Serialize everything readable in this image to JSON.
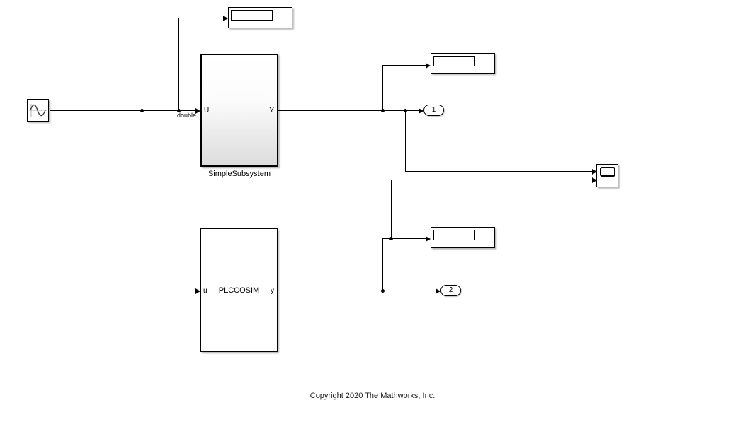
{
  "diagram": {
    "background_color": "#ffffff",
    "wire_color": "#000000",
    "copyright": "Copyright 2020 The Mathworks, Inc.",
    "signal_label": "double",
    "blocks": {
      "sine_wave": {
        "type": "sine-wave-source"
      },
      "simple_subsystem": {
        "label": "SimpleSubsystem",
        "input_port": "U",
        "output_port": "Y"
      },
      "plccosim": {
        "label": "PLCCOSIM",
        "input_port": "u",
        "output_port": "y"
      },
      "display_top": {
        "value": ""
      },
      "display_upper_right": {
        "value": ""
      },
      "display_lower_right": {
        "value": ""
      },
      "scope": {
        "type": "scope"
      },
      "outport_1": {
        "label": "1"
      },
      "outport_2": {
        "label": "2"
      }
    }
  }
}
